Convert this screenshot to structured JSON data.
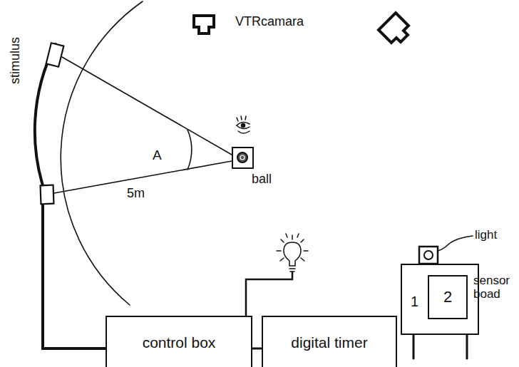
{
  "diagram": {
    "nodes": [
      {
        "text": [
          "ball"
        ]
      },
      {
        "text": [
          "control box"
        ]
      },
      {
        "text": [
          "digital timer"
        ]
      },
      {
        "text": [
          "1"
        ]
      },
      {
        "text": [
          "2"
        ],
        "in": 3
      }
    ],
    "edges": [
      {
        "from": 1,
        "to": 2,
        "arrow": "none"
      }
    ],
    "labels": [
      "stimulus",
      "VTRcamara",
      "A",
      "5m",
      "light",
      "sensor boad"
    ]
  }
}
